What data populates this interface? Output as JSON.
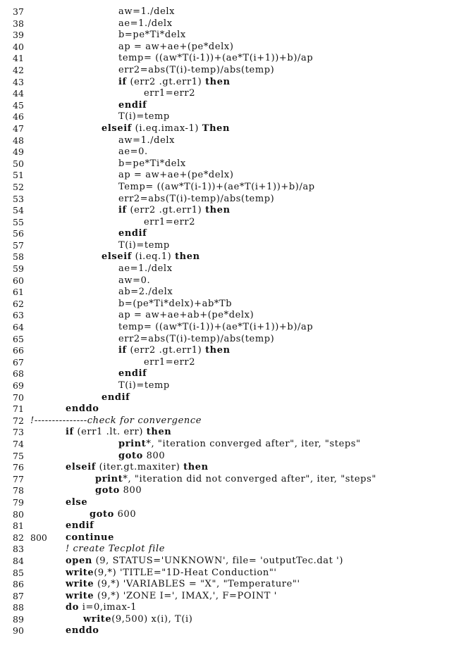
{
  "lines": [
    {
      "n": "37",
      "t": "aw=1./delx",
      "indent": 168
    },
    {
      "n": "38",
      "t": "ae=1./delx",
      "indent": 168
    },
    {
      "n": "39",
      "t": "b=pe*Ti*delx",
      "indent": 168
    },
    {
      "n": "40",
      "t": "ap = aw+ae+(pe*delx)",
      "indent": 168
    },
    {
      "n": "41",
      "t": "temp= ((aw*T(i-1))+(ae*T(i+1))+b)/ap",
      "indent": 168
    },
    {
      "n": "42",
      "t": "err2=abs(T(i)-temp)/abs(temp)",
      "indent": 168
    },
    {
      "n": "43",
      "t": "if (err2 .gt.err1) then",
      "indent": 168,
      "kw": [
        "if",
        "then"
      ]
    },
    {
      "n": "44",
      "t": "err1=err2",
      "indent": 204
    },
    {
      "n": "45",
      "t": "endif",
      "indent": 168,
      "kw": [
        "endif"
      ]
    },
    {
      "n": "46",
      "t": "T(i)=temp",
      "indent": 168
    },
    {
      "n": "47",
      "t": "elseif (i.eq.imax-1) Then",
      "indent": 144,
      "kw": [
        "elseif",
        "Then"
      ]
    },
    {
      "n": "48",
      "t": "aw=1./delx",
      "indent": 168
    },
    {
      "n": "49",
      "t": "ae=0.",
      "indent": 168
    },
    {
      "n": "50",
      "t": "b=pe*Ti*delx",
      "indent": 168
    },
    {
      "n": "51",
      "t": "ap = aw+ae+(pe*delx)",
      "indent": 168
    },
    {
      "n": "52",
      "t": "Temp= ((aw*T(i-1))+(ae*T(i+1))+b)/ap",
      "indent": 168
    },
    {
      "n": "53",
      "t": "err2=abs(T(i)-temp)/abs(temp)",
      "indent": 168
    },
    {
      "n": "54",
      "t": "if (err2 .gt.err1) then",
      "indent": 168,
      "kw": [
        "if",
        "then"
      ]
    },
    {
      "n": "55",
      "t": "err1=err2",
      "indent": 204
    },
    {
      "n": "56",
      "t": "endif",
      "indent": 168,
      "kw": [
        "endif"
      ]
    },
    {
      "n": "57",
      "t": "T(i)=temp",
      "indent": 168
    },
    {
      "n": "58",
      "t": "elseif (i.eq.1) then",
      "indent": 144,
      "kw": [
        "elseif",
        "then"
      ]
    },
    {
      "n": "59",
      "t": "ae=1./delx",
      "indent": 168
    },
    {
      "n": "60",
      "t": "aw=0.",
      "indent": 168
    },
    {
      "n": "61",
      "t": "ab=2./delx",
      "indent": 168
    },
    {
      "n": "62",
      "t": "b=(pe*Ti*delx)+ab*Tb",
      "indent": 168
    },
    {
      "n": "63",
      "t": "ap = aw+ae+ab+(pe*delx)",
      "indent": 168
    },
    {
      "n": "64",
      "t": "temp= ((aw*T(i-1))+(ae*T(i+1))+b)/ap",
      "indent": 168
    },
    {
      "n": "65",
      "t": "err2=abs(T(i)-temp)/abs(temp)",
      "indent": 168
    },
    {
      "n": "66",
      "t": "if (err2 .gt.err1) then",
      "indent": 168,
      "kw": [
        "if",
        "then"
      ]
    },
    {
      "n": "67",
      "t": "err1=err2",
      "indent": 204
    },
    {
      "n": "68",
      "t": "endif",
      "indent": 168,
      "kw": [
        "endif"
      ]
    },
    {
      "n": "69",
      "t": "T(i)=temp",
      "indent": 168
    },
    {
      "n": "70",
      "t": "endif",
      "indent": 144,
      "kw": [
        "endif"
      ]
    },
    {
      "n": "71",
      "t": "enddo",
      "indent": 93,
      "kw": [
        "enddo"
      ]
    },
    {
      "n": "72",
      "t": "!---------------check for convergence",
      "indent": 43,
      "comment": true
    },
    {
      "n": "73",
      "t": "if (err1 .lt. err) then",
      "indent": 93,
      "kw": [
        "if",
        "then"
      ]
    },
    {
      "n": "74",
      "t": "print*, \"iteration converged after\", iter, \"steps\"",
      "indent": 168,
      "kw": [
        "print"
      ]
    },
    {
      "n": "75",
      "t": "goto 800",
      "indent": 168,
      "kw": [
        "goto"
      ]
    },
    {
      "n": "76",
      "t": "elseif (iter.gt.maxiter) then",
      "indent": 93,
      "kw": [
        "elseif",
        "then"
      ]
    },
    {
      "n": "77",
      "t": "print*, \"iteration did not converged after\", iter, \"steps\"",
      "indent": 135,
      "kw": [
        "print"
      ]
    },
    {
      "n": "78",
      "t": "goto 800",
      "indent": 135,
      "kw": [
        "goto"
      ]
    },
    {
      "n": "79",
      "t": "else",
      "indent": 93,
      "kw": [
        "else"
      ]
    },
    {
      "n": "80",
      "t": "goto 600",
      "indent": 127,
      "kw": [
        "goto"
      ]
    },
    {
      "n": "81",
      "t": "endif",
      "indent": 93,
      "kw": [
        "endif"
      ]
    },
    {
      "n": "82",
      "t": "continue",
      "indent": 93,
      "label": "800",
      "kw": [
        "continue"
      ]
    },
    {
      "n": "83",
      "t": "! create Tecplot file",
      "indent": 93,
      "comment": true
    },
    {
      "n": "84",
      "t": "open (9, STATUS='UNKNOWN', file= 'outputTec.dat ')",
      "indent": 93,
      "kw": [
        "open"
      ]
    },
    {
      "n": "85",
      "t": "write(9,*) 'TITLE=\"1D-Heat Conduction\"'",
      "indent": 93,
      "kw": [
        "write"
      ]
    },
    {
      "n": "86",
      "t": "write (9,*) 'VARIABLES = \"X\", \"Temperature\"'",
      "indent": 93,
      "kw": [
        "write"
      ]
    },
    {
      "n": "87",
      "t": "write (9,*) 'ZONE I=', IMAX,', F=POINT '",
      "indent": 93,
      "kw": [
        "write"
      ]
    },
    {
      "n": "88",
      "t": "do i=0,imax-1",
      "indent": 93,
      "kw": [
        "do"
      ]
    },
    {
      "n": "89",
      "t": "write(9,500) x(i), T(i)",
      "indent": 118,
      "kw": [
        "write"
      ]
    },
    {
      "n": "90",
      "t": "enddo",
      "indent": 93,
      "kw": [
        "enddo"
      ]
    }
  ]
}
